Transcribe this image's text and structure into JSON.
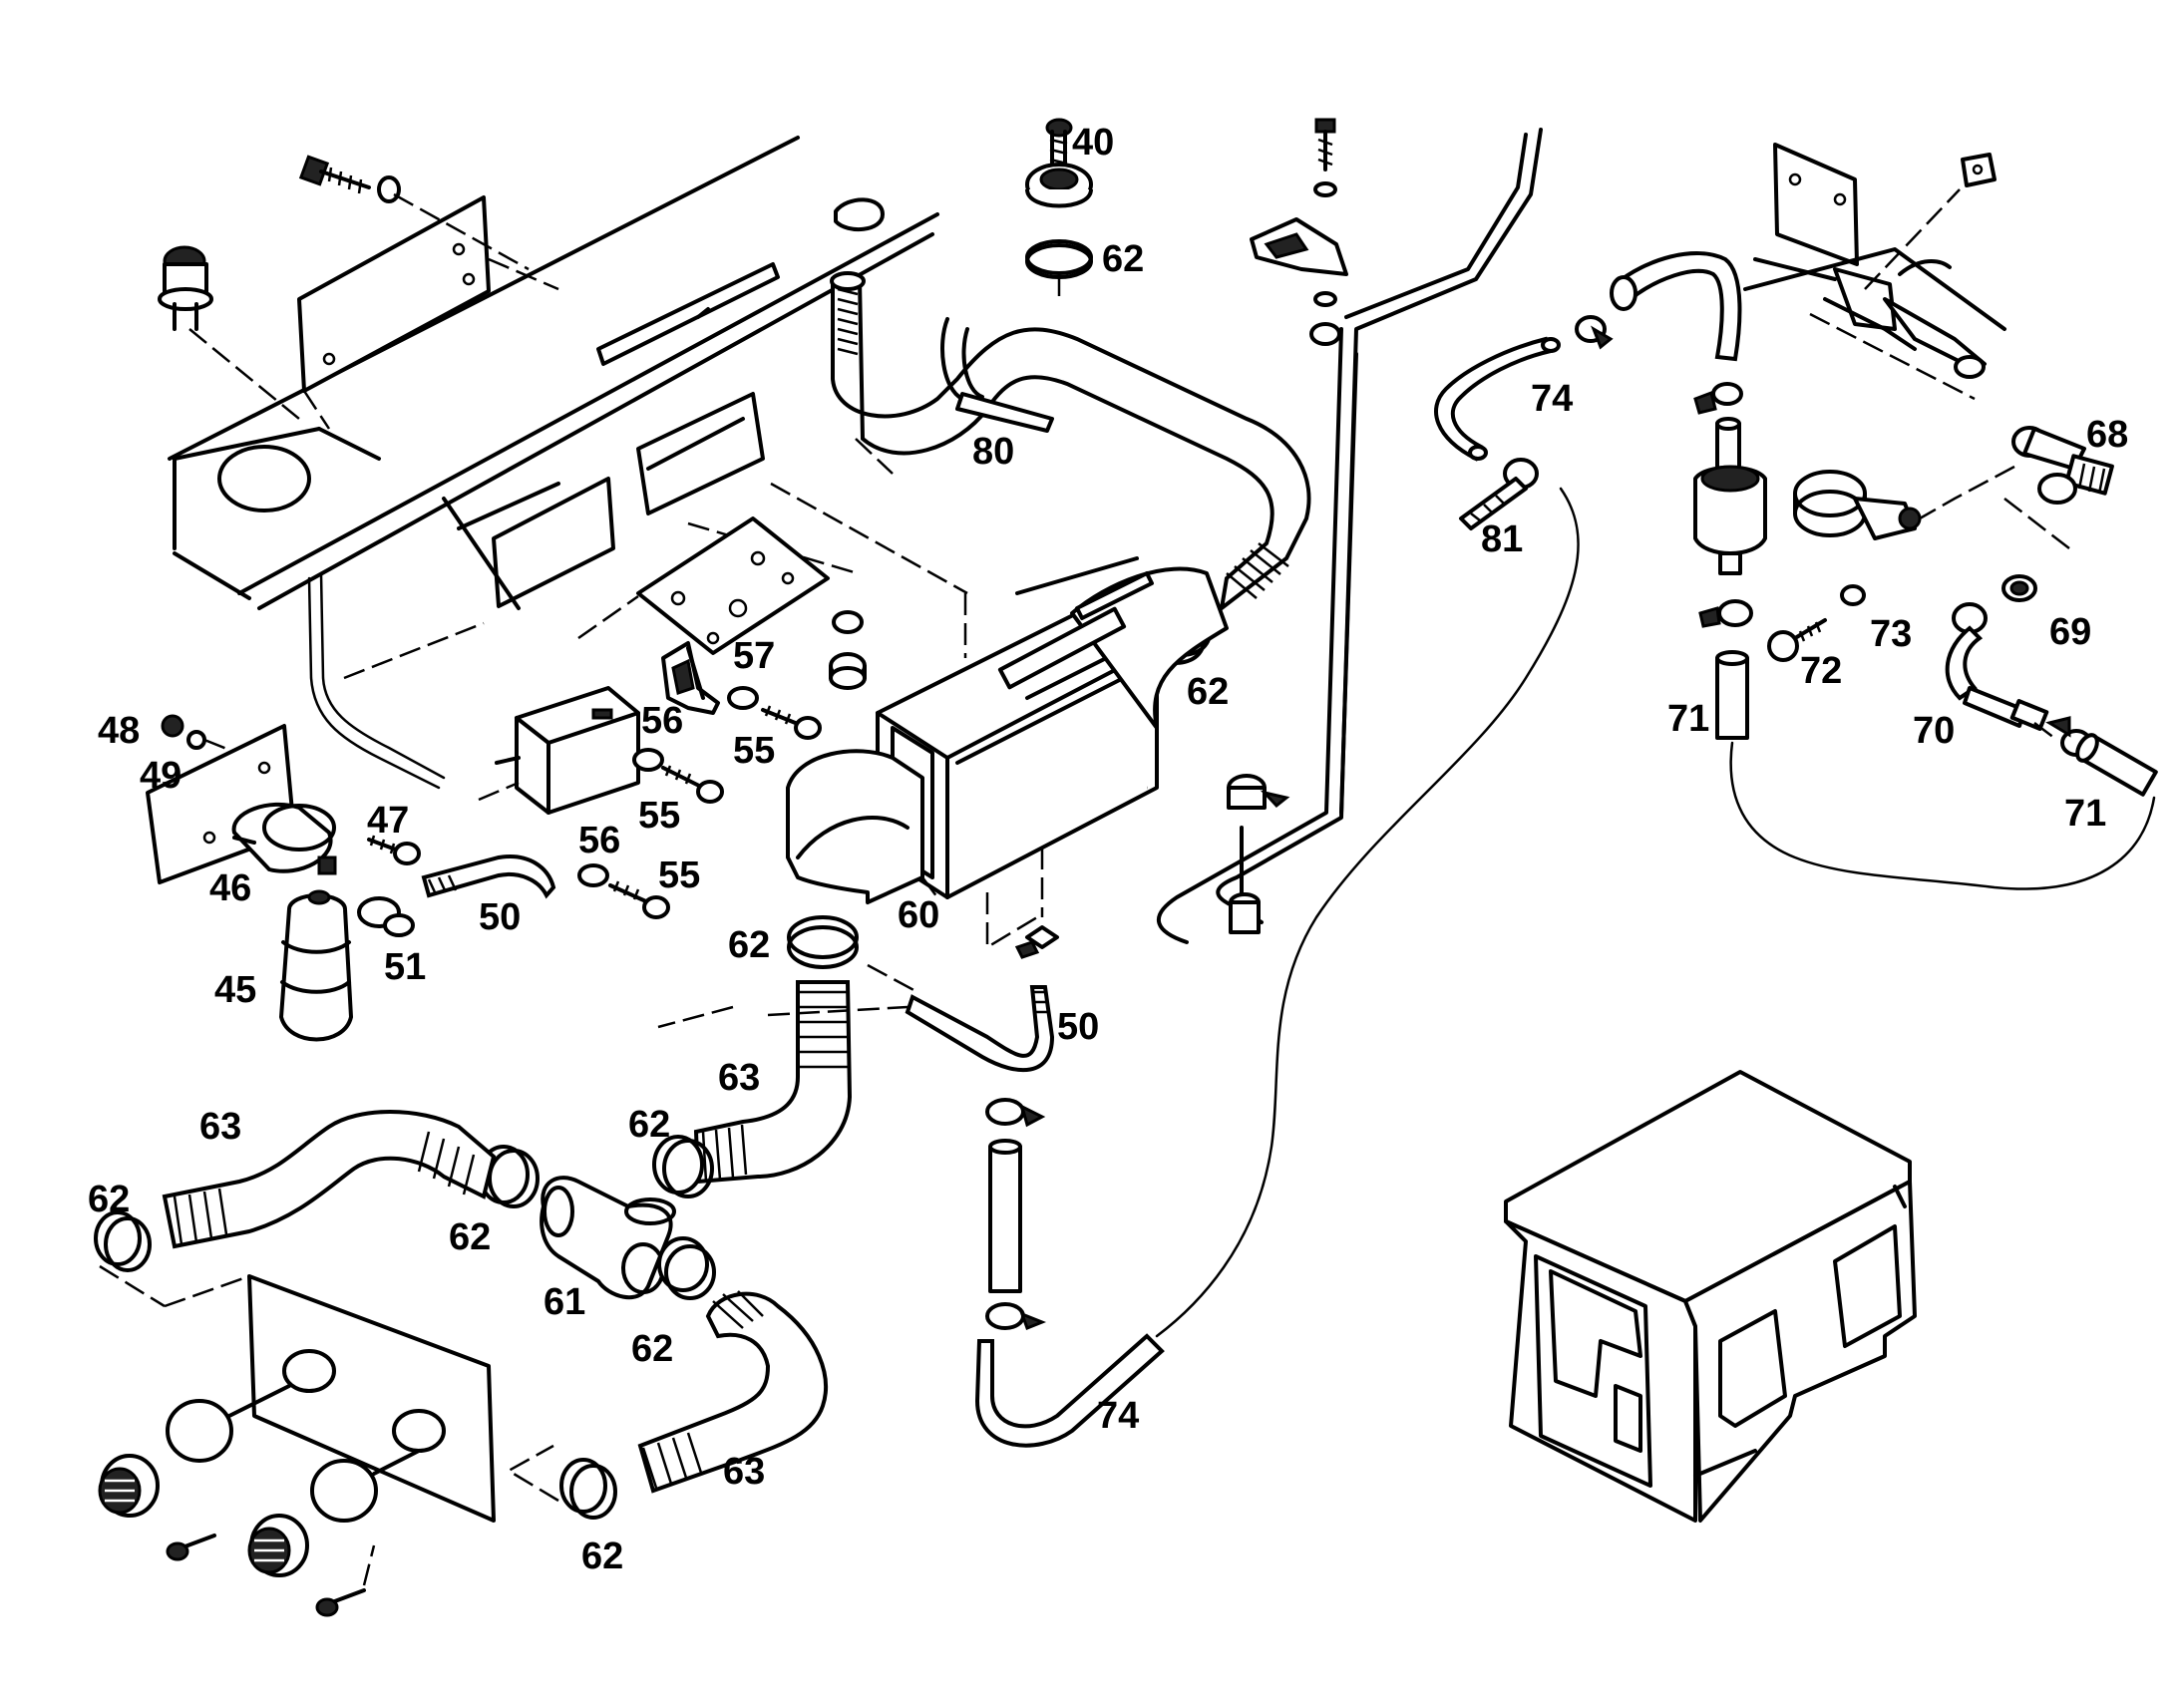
{
  "callouts": [
    {
      "id": "c40a",
      "text": "40"
    },
    {
      "id": "c62a",
      "text": "62"
    },
    {
      "id": "c80",
      "text": "80"
    },
    {
      "id": "c57",
      "text": "57"
    },
    {
      "id": "c56a",
      "text": "56"
    },
    {
      "id": "c55a",
      "text": "55"
    },
    {
      "id": "c55b",
      "text": "55"
    },
    {
      "id": "c56b",
      "text": "56"
    },
    {
      "id": "c55c",
      "text": "55"
    },
    {
      "id": "c48",
      "text": "48"
    },
    {
      "id": "c49",
      "text": "49"
    },
    {
      "id": "c47",
      "text": "47"
    },
    {
      "id": "c46",
      "text": "46"
    },
    {
      "id": "c50a",
      "text": "50"
    },
    {
      "id": "c51",
      "text": "51"
    },
    {
      "id": "c45",
      "text": "45"
    },
    {
      "id": "c60",
      "text": "60"
    },
    {
      "id": "c62b",
      "text": "62"
    },
    {
      "id": "c62c",
      "text": "62"
    },
    {
      "id": "c50b",
      "text": "50"
    },
    {
      "id": "c63a",
      "text": "63"
    },
    {
      "id": "c63b",
      "text": "63"
    },
    {
      "id": "c62d",
      "text": "62"
    },
    {
      "id": "c62e",
      "text": "62"
    },
    {
      "id": "c62f",
      "text": "62"
    },
    {
      "id": "c61",
      "text": "61"
    },
    {
      "id": "c62g",
      "text": "62"
    },
    {
      "id": "c63c",
      "text": "63"
    },
    {
      "id": "c62h",
      "text": "62"
    },
    {
      "id": "c74a",
      "text": "74"
    },
    {
      "id": "c81",
      "text": "81"
    },
    {
      "id": "c74b",
      "text": "74"
    },
    {
      "id": "c68",
      "text": "68"
    },
    {
      "id": "c69",
      "text": "69"
    },
    {
      "id": "c73",
      "text": "73"
    },
    {
      "id": "c72",
      "text": "72"
    },
    {
      "id": "c71a",
      "text": "71"
    },
    {
      "id": "c70",
      "text": "70"
    },
    {
      "id": "c71b",
      "text": "71"
    }
  ]
}
